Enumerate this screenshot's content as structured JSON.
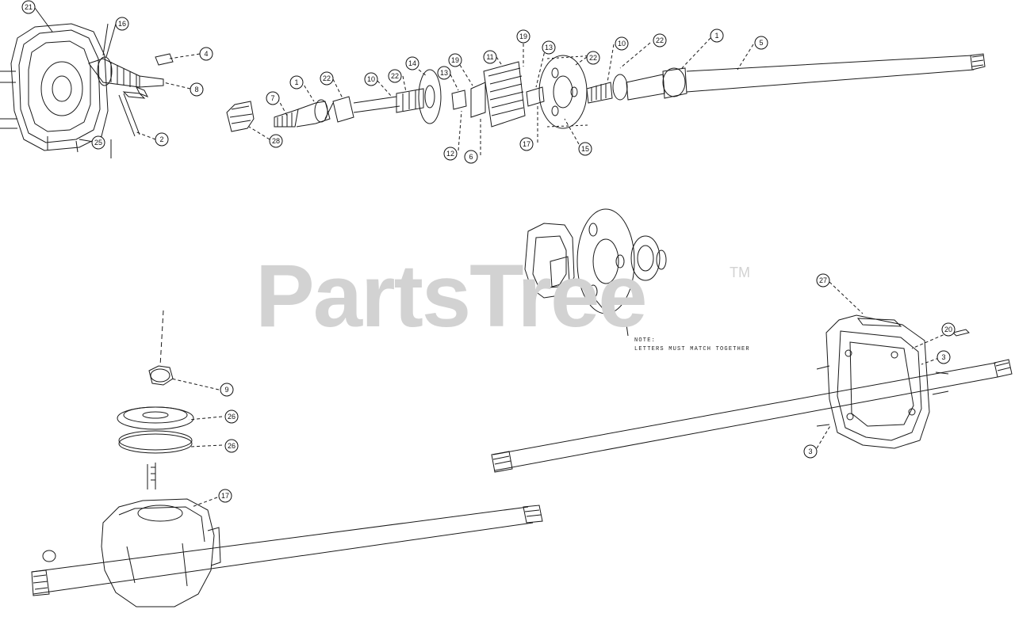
{
  "watermark": {
    "text": "PartsTree",
    "trademark": "TM"
  },
  "note": {
    "line1": "NOTE:",
    "line2": "LETTERS MUST MATCH TOGETHER"
  },
  "callouts": [
    {
      "id": "c21a",
      "label": "21"
    },
    {
      "id": "c16",
      "label": "16"
    },
    {
      "id": "c4",
      "label": "4"
    },
    {
      "id": "c8",
      "label": "8"
    },
    {
      "id": "c2",
      "label": "2"
    },
    {
      "id": "c25",
      "label": "25"
    },
    {
      "id": "c28",
      "label": "28"
    },
    {
      "id": "c7",
      "label": "7"
    },
    {
      "id": "c1a",
      "label": "1"
    },
    {
      "id": "c22a",
      "label": "22"
    },
    {
      "id": "c10a",
      "label": "10"
    },
    {
      "id": "c22b",
      "label": "22"
    },
    {
      "id": "c14",
      "label": "14"
    },
    {
      "id": "c13a",
      "label": "13"
    },
    {
      "id": "c19a",
      "label": "19"
    },
    {
      "id": "c12",
      "label": "12"
    },
    {
      "id": "c6",
      "label": "6"
    },
    {
      "id": "c11",
      "label": "11"
    },
    {
      "id": "c19b",
      "label": "19"
    },
    {
      "id": "c13b",
      "label": "13"
    },
    {
      "id": "c17a",
      "label": "17"
    },
    {
      "id": "c22c",
      "label": "22"
    },
    {
      "id": "c15",
      "label": "15"
    },
    {
      "id": "c10b",
      "label": "10"
    },
    {
      "id": "c22d",
      "label": "22"
    },
    {
      "id": "c1b",
      "label": "1"
    },
    {
      "id": "c5",
      "label": "5"
    },
    {
      "id": "c9",
      "label": "9"
    },
    {
      "id": "c26a",
      "label": "26"
    },
    {
      "id": "c26b",
      "label": "26"
    },
    {
      "id": "c17b",
      "label": "17"
    },
    {
      "id": "c27",
      "label": "27"
    },
    {
      "id": "c20",
      "label": "20"
    },
    {
      "id": "c3a",
      "label": "3"
    },
    {
      "id": "c3b",
      "label": "3"
    }
  ]
}
